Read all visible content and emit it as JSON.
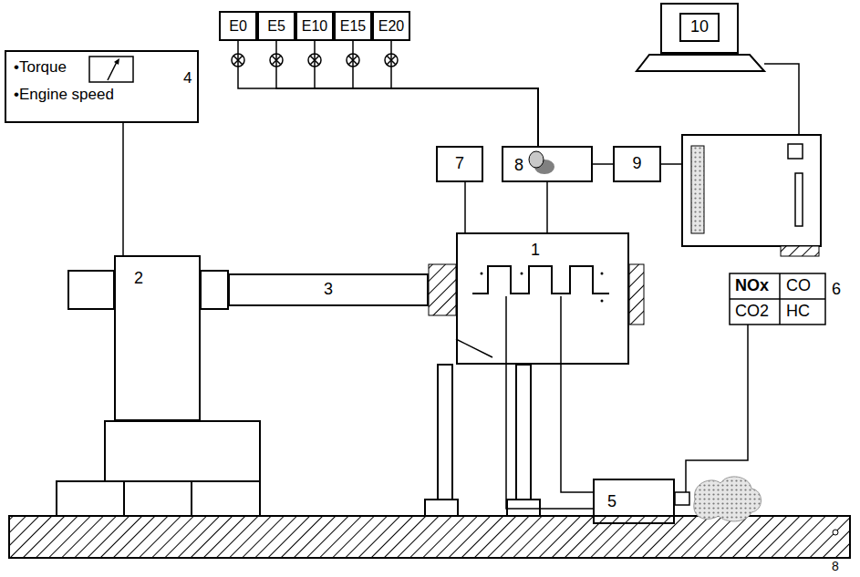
{
  "diagram": {
    "nodes": [
      {
        "text": [
          "•Torque",
          "•Engine speed",
          "4"
        ]
      },
      {
        "text": [
          "E0"
        ]
      },
      {
        "text": [
          "E5"
        ]
      },
      {
        "text": [
          "E10"
        ]
      },
      {
        "text": [
          "E15"
        ]
      },
      {
        "text": [
          "E20"
        ]
      },
      {
        "text": [
          "10"
        ]
      },
      {
        "text": [
          "7"
        ]
      },
      {
        "text": [
          "8"
        ]
      },
      {
        "text": [
          "9"
        ]
      },
      {
        "text": [
          "2"
        ]
      },
      {
        "text": [
          "3"
        ]
      },
      {
        "text": [
          "1"
        ]
      },
      {
        "text": [
          "5"
        ]
      }
    ],
    "edges": [
      {
        "from": 1,
        "to": 8,
        "arrow": "none"
      },
      {
        "from": 2,
        "to": 8,
        "arrow": "none"
      },
      {
        "from": 3,
        "to": 8,
        "arrow": "none"
      },
      {
        "from": 4,
        "to": 8,
        "arrow": "none"
      },
      {
        "from": 5,
        "to": 8,
        "arrow": "none"
      },
      {
        "from": 7,
        "to": 12,
        "arrow": "none"
      },
      {
        "from": 8,
        "to": 12,
        "arrow": "none"
      },
      {
        "from": 8,
        "to": 9,
        "arrow": "none"
      },
      {
        "from": 0,
        "to": 10,
        "arrow": "none"
      },
      {
        "from": 12,
        "to": 13,
        "arrow": "none"
      }
    ],
    "labels": [
      "NOx",
      "CO",
      "CO2",
      "HC",
      "6",
      "8"
    ]
  }
}
